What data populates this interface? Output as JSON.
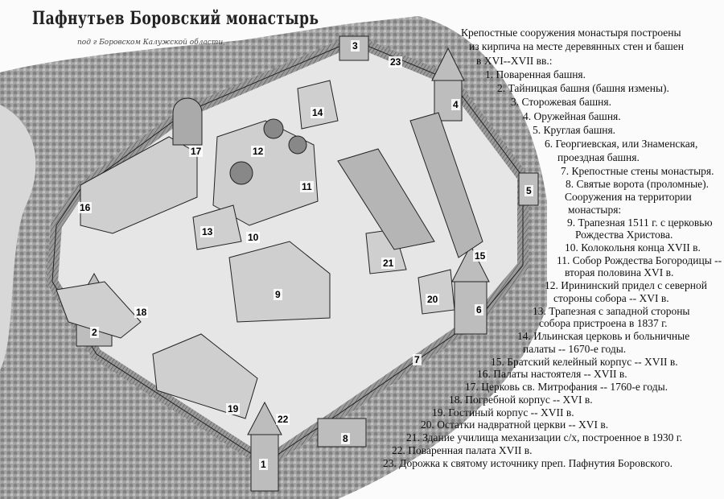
{
  "title": {
    "main": "Пафнутьев Боровский монастырь",
    "subtitle": "под г Боровском Калужской области,"
  },
  "markers": [
    "1",
    "2",
    "3",
    "4",
    "5",
    "6",
    "7",
    "8",
    "9",
    "10",
    "11",
    "12",
    "13",
    "14",
    "15",
    "16",
    "17",
    "18",
    "19",
    "20",
    "21",
    "22",
    "23"
  ],
  "legend": {
    "fortifications_header": [
      "Крепостные сооружения монастыря построены",
      "из кирпича на месте деревянных стен и башен",
      "в XVI--XVII вв.:"
    ],
    "fortifications": [
      "1. Поваренная башня.",
      "2. Тайницкая башня (башня измены).",
      "3. Сторожевая башня.",
      "4. Оружейная башня.",
      "5. Круглая башня.",
      "6. Георгиевская, или Знаменская,",
      "проездная башня.",
      "7. Крепостные стены монастыря.",
      "8. Святые ворота (проломные)."
    ],
    "buildings_header": [
      "Сооружения на территории",
      "монастыря:"
    ],
    "buildings": [
      "9. Трапезная 1511 г. с церковью",
      "Рождества Христова.",
      "10. Колокольня конца XVII в.",
      "11. Собор Рождества Богородицы --",
      "вторая половина XVI в.",
      "12. Ирининский придел с северной",
      "стороны собора -- XVI в.",
      "13. Трапезная с западной стороны",
      "собора пристроена в 1837 г.",
      "14. Ильинская церковь и больничные",
      "палаты -- 1670-е годы.",
      "15. Братский келейный корпус -- XVII в.",
      "16. Палаты настоятеля -- XVII в.",
      "17. Церковь св. Митрофания -- 1760-е годы.",
      "18. Погребной корпус -- XVI в.",
      "19. Гостиный корпус -- XVII в.",
      "20. Остатки надвратной церкви -- XVI в.",
      "21. Здание училища механизации с/х, построенное в 1930 г.",
      "22. Поваренная палата XVII в.",
      "23. Дорожка к святому источнику преп. Пафнутия Боровского."
    ]
  }
}
